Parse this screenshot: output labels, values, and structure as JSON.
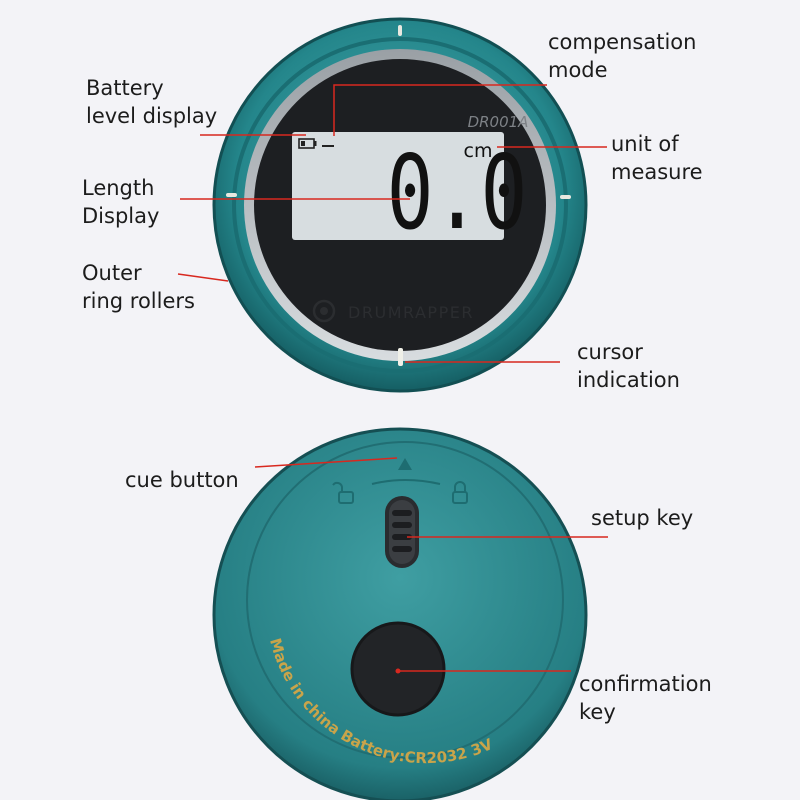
{
  "labels": {
    "compensation_mode_1": "compensation",
    "compensation_mode_2": "mode",
    "battery_level_1": "Battery",
    "battery_level_2": "level display",
    "unit_of_measure_1": "unit of",
    "unit_of_measure_2": "measure",
    "length_display_1": "Length",
    "length_display_2": "Display",
    "outer_ring_1": "Outer",
    "outer_ring_2": "ring rollers",
    "cursor_indication_1": "cursor",
    "cursor_indication_2": "indication",
    "cue_button": "cue button",
    "setup_key": "setup key",
    "confirmation_key_1": "confirmation",
    "confirmation_key_2": "key"
  },
  "device_front": {
    "model": "DR001A",
    "unit": "cm",
    "reading": "0.0",
    "mode_indicator": "_",
    "brand": "DRUMRAPPER"
  },
  "device_back": {
    "engraving": "Made in china  Battery:CR2032 3V"
  },
  "colors": {
    "body_teal": "#2a8f93",
    "ring_teal": "#1f8388",
    "bezel_black": "#1d1f22",
    "lcd": "#d7dde0",
    "pointer_line": "#d8281f",
    "engraving_gold": "#c9a44a"
  }
}
